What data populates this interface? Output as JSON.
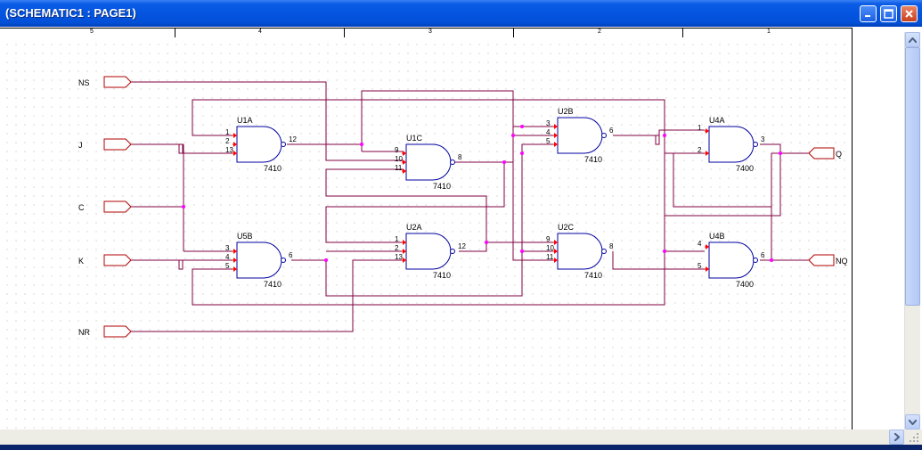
{
  "window": {
    "title": "(SCHEMATIC1 : PAGE1)",
    "buttons": {
      "minimize_icon": "minimize-icon",
      "maximize_icon": "maximize-icon",
      "close_icon": "close-icon"
    }
  },
  "ruler": {
    "labels": [
      "5",
      "4",
      "3",
      "2",
      "1"
    ]
  },
  "ports": {
    "inputs": [
      "NS",
      "J",
      "C",
      "K",
      "NR"
    ],
    "outputs": [
      "Q",
      "NQ"
    ]
  },
  "gates": [
    {
      "ref": "U1A",
      "part": "7410",
      "pins_in": [
        "1",
        "2",
        "13"
      ],
      "pin_out": "12"
    },
    {
      "ref": "U5B",
      "part": "7410",
      "pins_in": [
        "3",
        "4",
        "5"
      ],
      "pin_out": "6"
    },
    {
      "ref": "U1C",
      "part": "7410",
      "pins_in": [
        "9",
        "10",
        "11"
      ],
      "pin_out": "8"
    },
    {
      "ref": "U2A",
      "part": "7410",
      "pins_in": [
        "1",
        "2",
        "13"
      ],
      "pin_out": "12"
    },
    {
      "ref": "U2B",
      "part": "7410",
      "pins_in": [
        "3",
        "4",
        "5"
      ],
      "pin_out": "6"
    },
    {
      "ref": "U2C",
      "part": "7410",
      "pins_in": [
        "9",
        "10",
        "11"
      ],
      "pin_out": "8"
    },
    {
      "ref": "U4A",
      "part": "7400",
      "pins_in": [
        "1",
        "2"
      ],
      "pin_out": "3"
    },
    {
      "ref": "U4B",
      "part": "7400",
      "pins_in": [
        "4",
        "5"
      ],
      "pin_out": "6"
    }
  ],
  "colors": {
    "wire": "#800040",
    "gate": "#0000a0",
    "pin": "#ff0000",
    "junction": "#ff00ff",
    "port": "#b00000",
    "titlebar": "#0454e0"
  }
}
